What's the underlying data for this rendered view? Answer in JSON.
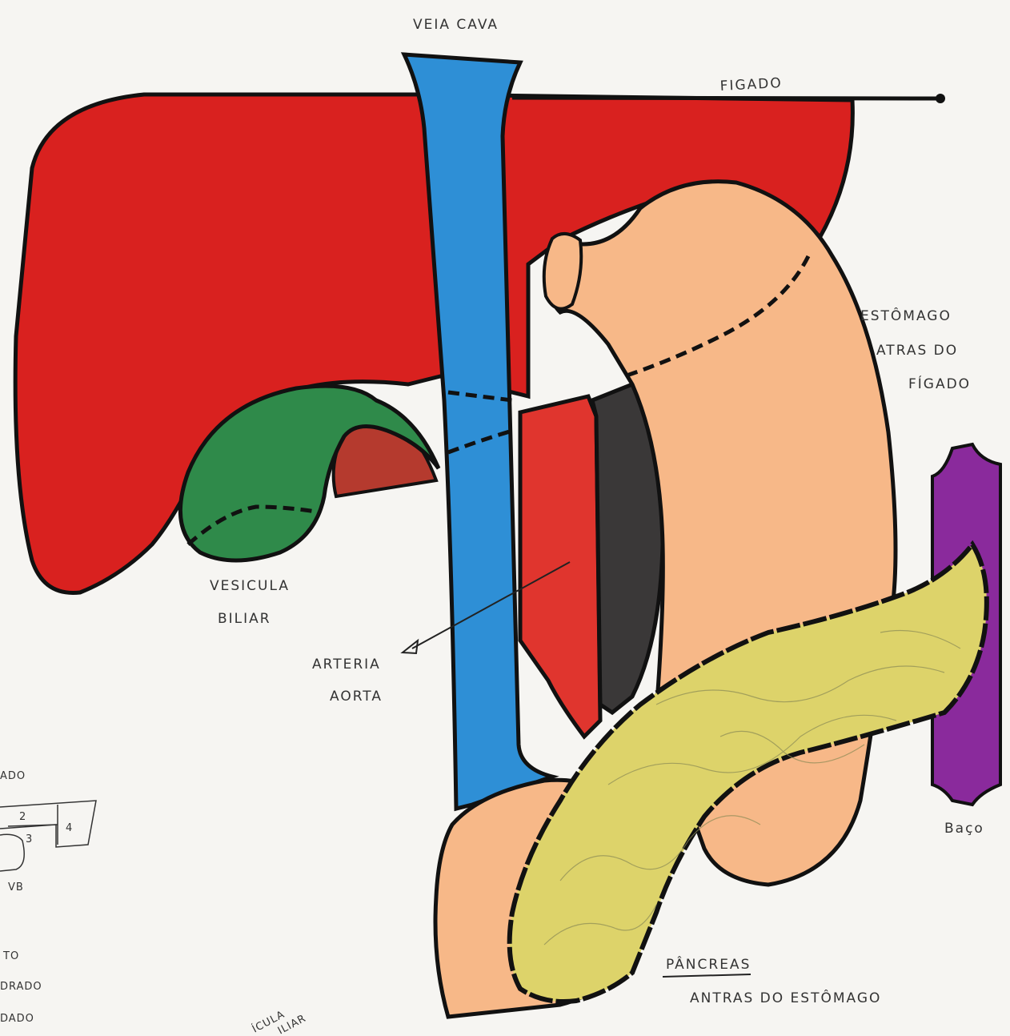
{
  "labels": {
    "veia_cava": "VEIA CAVA",
    "figado": "FIGADO",
    "estomago_1": "ESTÔMAGO",
    "estomago_2": "ATRAS DO",
    "estomago_3": "FÍGADO",
    "vesicula_1": "VESICULA",
    "vesicula_2": "BILIAR",
    "arteria_1": "ARTERIA",
    "arteria_2": "AORTA",
    "baco": "Baço",
    "pancreas_1": "PÂNCREAS",
    "pancreas_2": "ANTRAS DO ESTÔMAGO"
  },
  "margin_notes": {
    "ado": "ADO",
    "seg2": "2",
    "seg3": "3",
    "seg4": "4",
    "vb": "VB",
    "to": "TO",
    "drado": "DRADO",
    "dado": "DADO",
    "vesicula_partial": "ÍCULA",
    "biliar_partial": "ILIAR"
  },
  "colors": {
    "liver": "#d9211f",
    "liver_shade": "#b53a2e",
    "vena_cava": "#2e8fd6",
    "aorta": "#e0352e",
    "stomach": "#f7b888",
    "pancreas": "#ddd36a",
    "spleen": "#8a2a9c",
    "gallbladder": "#2f8a4a",
    "dark_gap": "#3a3838",
    "outline": "#111111"
  }
}
